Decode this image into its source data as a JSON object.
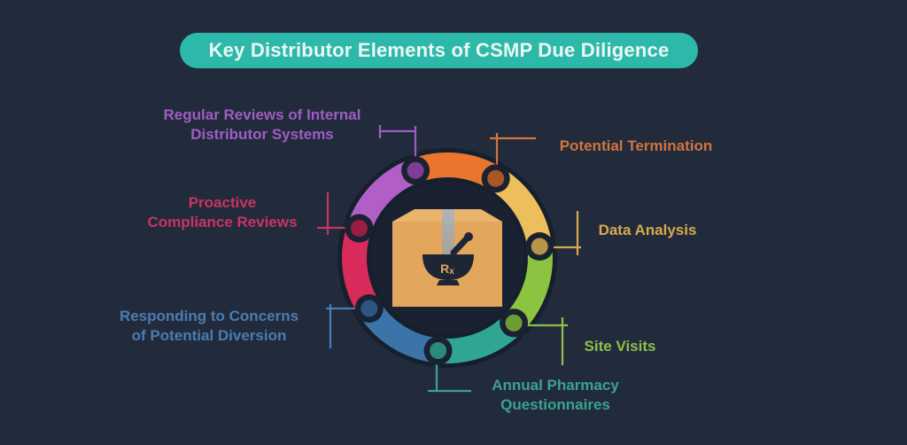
{
  "title": {
    "text": "Key Distributor Elements of CSMP Due Diligence",
    "bg_color": "#2DB9A9",
    "text_color": "#EAF7F5"
  },
  "background_color": "#212B3C",
  "center": {
    "icon": "pharmacy-box-with-mortar-and-pestle",
    "rx_label_r": "R",
    "rx_label_x": "x",
    "box_color": "#E3A65D",
    "box_top_color": "#EBB46C",
    "mortar_color": "#1E2534"
  },
  "diagram": {
    "segments": [
      {
        "id": "purple",
        "lines": [
          "Regular Reviews of Internal",
          "Distributor Systems"
        ],
        "color": "#B15FC6",
        "pin_color": "#7E3D96",
        "text_color": "#A15CC4"
      },
      {
        "id": "orange",
        "lines": [
          "Potential Termination"
        ],
        "color": "#E9752F",
        "pin_color": "#AA5526",
        "text_color": "#D2743F"
      },
      {
        "id": "yellow",
        "lines": [
          "Data Analysis"
        ],
        "color": "#EDBF5C",
        "pin_color": "#B89548",
        "text_color": "#D9A84E"
      },
      {
        "id": "green",
        "lines": [
          "Site Visits"
        ],
        "color": "#8BC440",
        "pin_color": "#6C9E33",
        "text_color": "#8FBE4A"
      },
      {
        "id": "teal",
        "lines": [
          "Annual Pharmacy",
          "Questionnaires"
        ],
        "color": "#30A692",
        "pin_color": "#2B8A7A",
        "text_color": "#3BA390"
      },
      {
        "id": "blue",
        "lines": [
          "Responding to Concerns",
          "of Potential Diversion"
        ],
        "color": "#3C73A9",
        "pin_color": "#2C5681",
        "text_color": "#4A7CB2"
      },
      {
        "id": "red",
        "lines": [
          "Proactive",
          "Compliance Reviews"
        ],
        "color": "#D92A5C",
        "pin_color": "#9B1D43",
        "text_color": "#C93363"
      }
    ]
  }
}
